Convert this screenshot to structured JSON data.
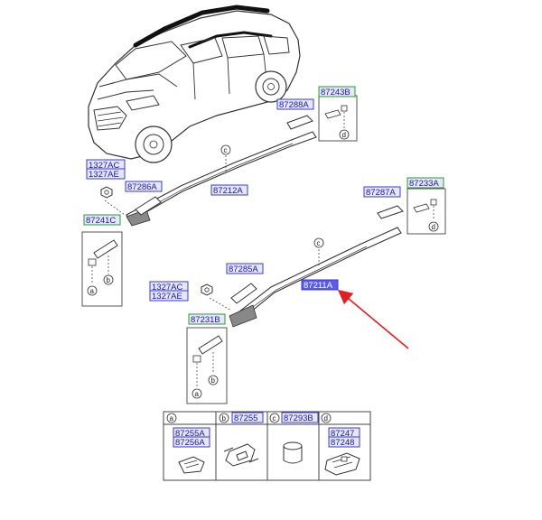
{
  "colors": {
    "label_border_blue": "#3b3bd6",
    "label_fill_blue": "#e6e6ff",
    "label_text_blue": "#1a1aa8",
    "label_border_green": "#2e9a2e",
    "highlight_fill": "#5a5af0",
    "arrow_red": "#e02020",
    "line": "#333333"
  },
  "labels": {
    "p87243B": "87243B",
    "p87288A": "87288A",
    "p1327AC_1": "1327AC",
    "p1327AE_1": "1327AE",
    "p87286A": "87286A",
    "p87212A": "87212A",
    "p87241C": "87241C",
    "p87233A": "87233A",
    "p87287A": "87287A",
    "p87285A": "87285A",
    "p1327AC_2": "1327AC",
    "p1327AE_2": "1327AE",
    "p87211A": "87211A",
    "p87231B": "87231B",
    "p87255A": "87255A",
    "p87256A": "87256A",
    "p87255": "87255",
    "p87293B": "87293B",
    "p87247": "87247",
    "p87248": "87248"
  },
  "callouts": {
    "a": "a",
    "b": "b",
    "c": "c",
    "d": "d"
  },
  "icons": {
    "vehicle": "suv-vehicle-icon",
    "arrow": "red-pointer-arrow-icon"
  }
}
